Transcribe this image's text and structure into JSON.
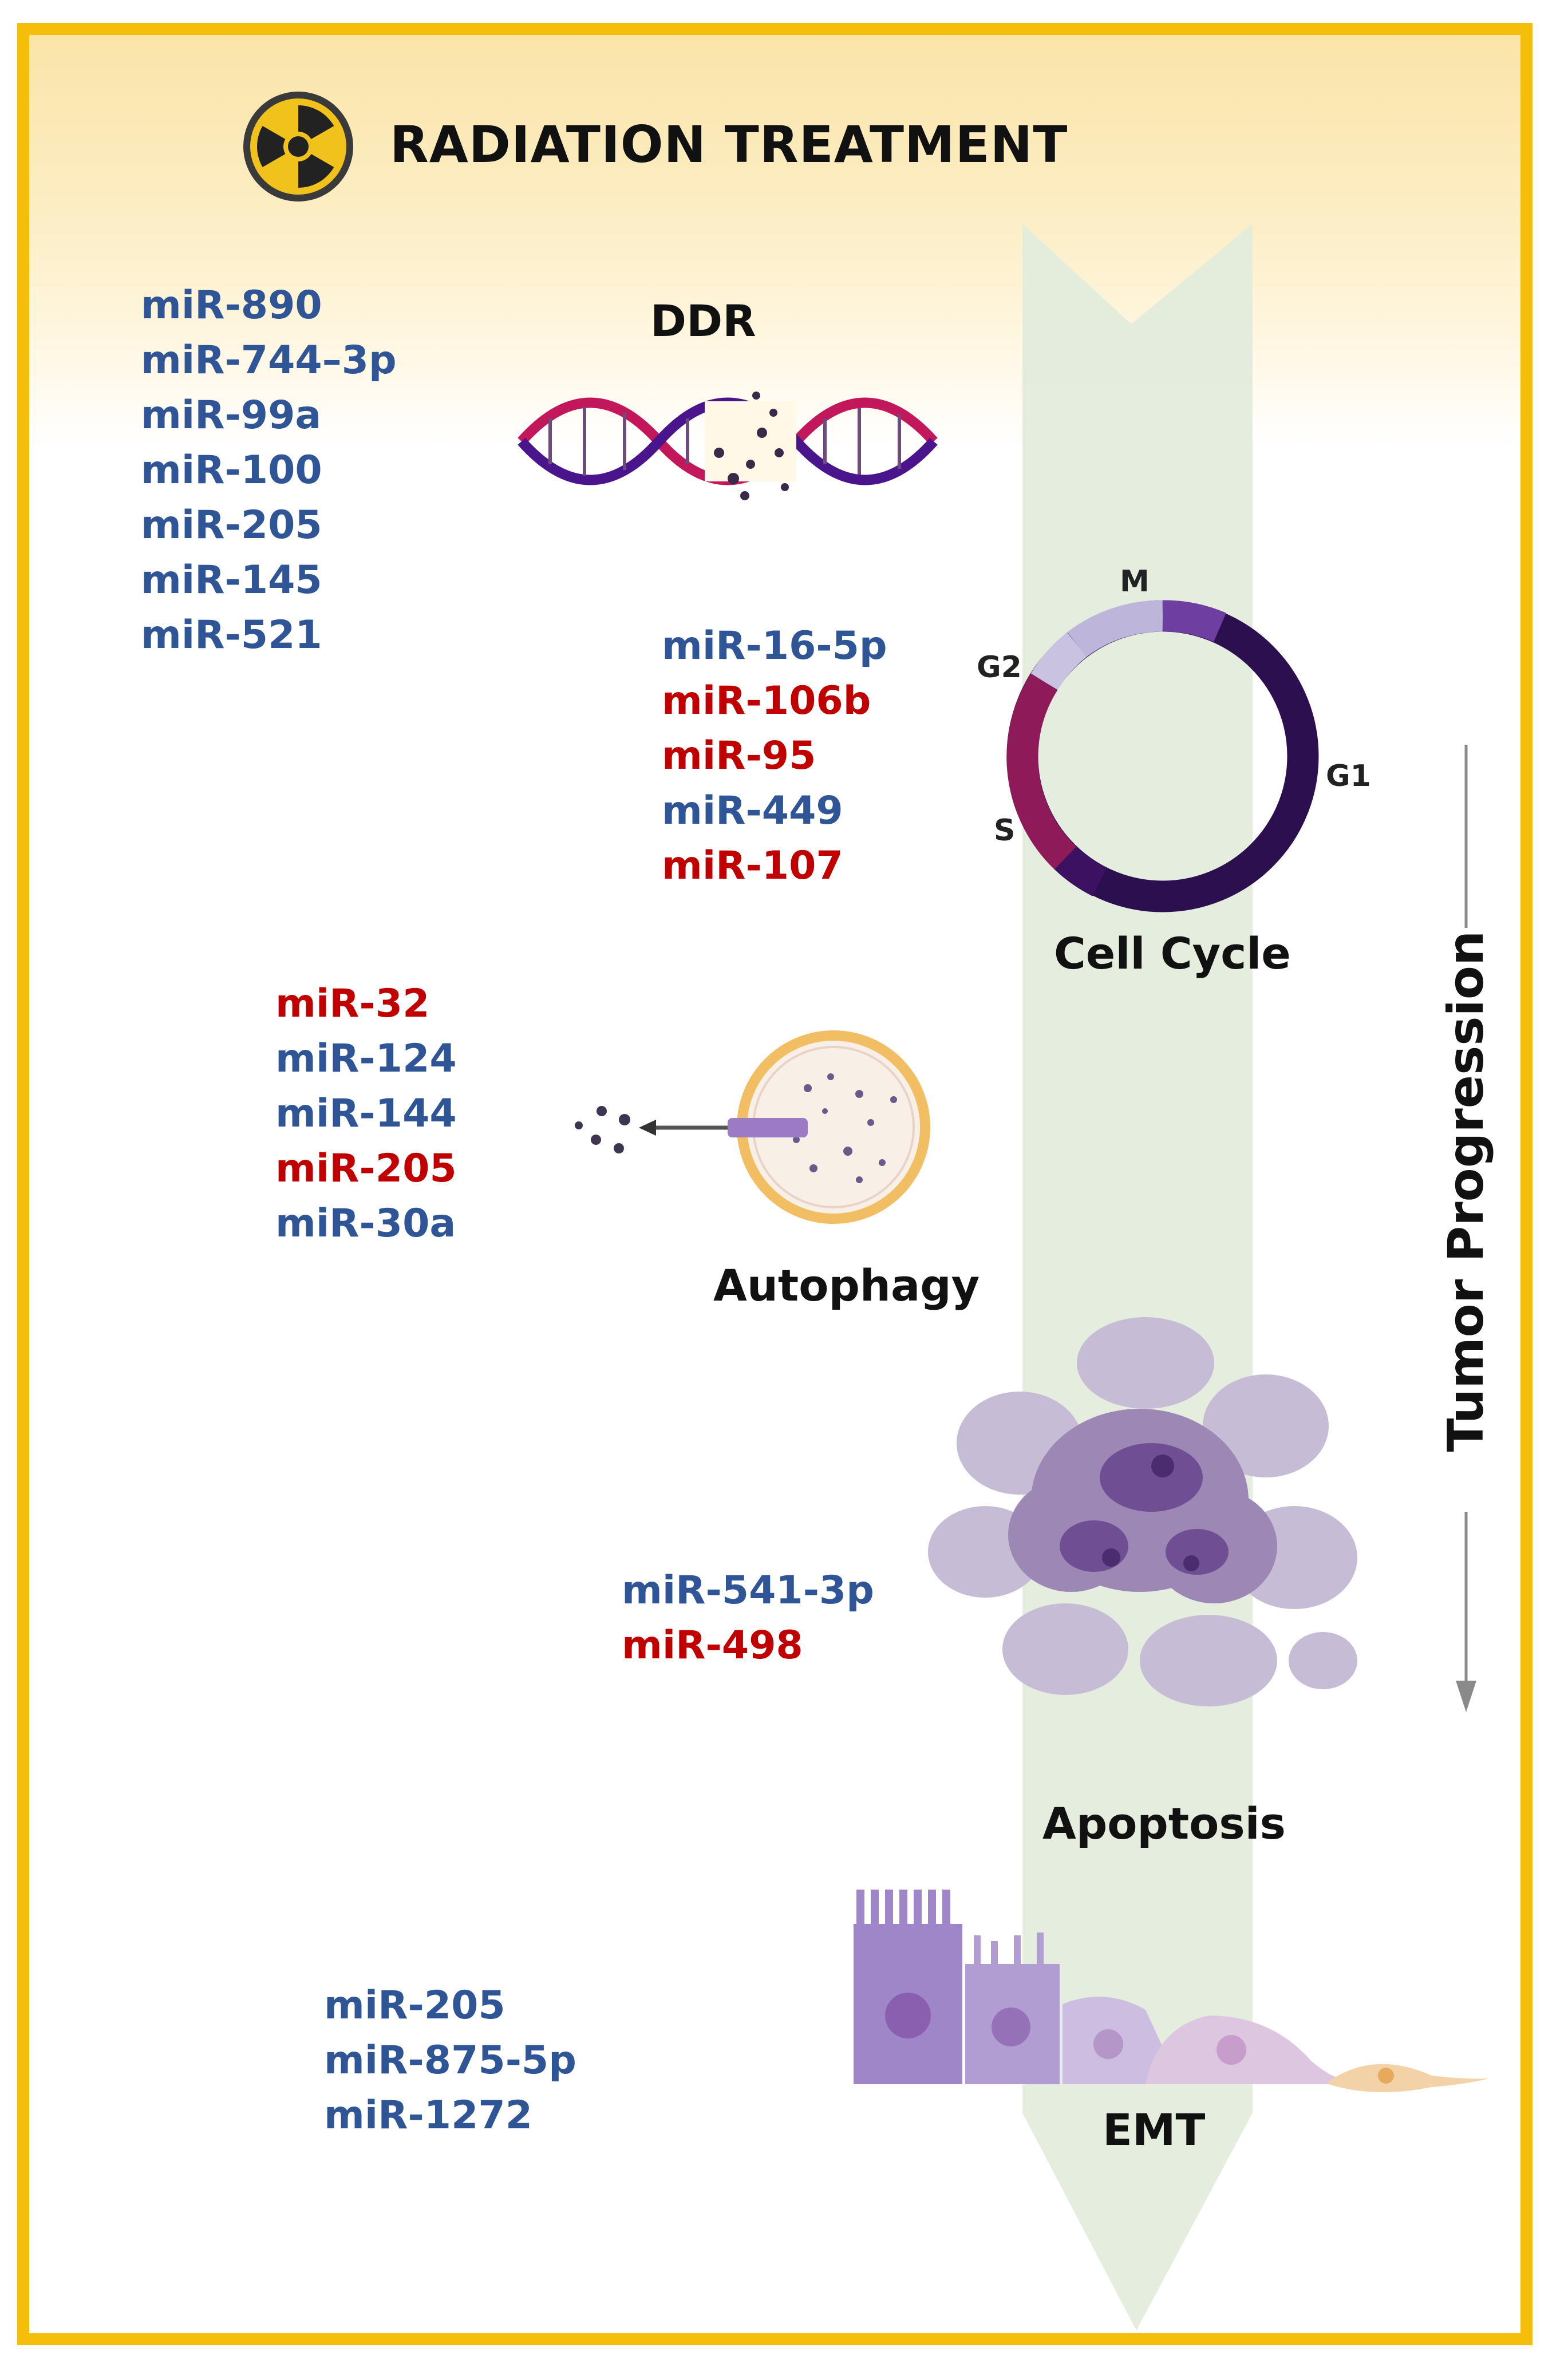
{
  "header": {
    "title": "RADIATION TREATMENT",
    "icon": "radiation-icon"
  },
  "colors": {
    "border": "#F5BE0B",
    "blue_mir": "#2F5597",
    "red_mir": "#C00000",
    "arrow": "#E3ECDC"
  },
  "sections": {
    "ddr": {
      "label": "DDR",
      "mirs": [
        {
          "name": "miR-890",
          "color": "blue"
        },
        {
          "name": "miR-744–3p",
          "color": "blue"
        },
        {
          "name": "miR-99a",
          "color": "blue"
        },
        {
          "name": "miR-100",
          "color": "blue"
        },
        {
          "name": "miR-205",
          "color": "blue"
        },
        {
          "name": "miR-145",
          "color": "blue"
        },
        {
          "name": "miR-521",
          "color": "blue"
        }
      ]
    },
    "cell_cycle": {
      "label": "Cell Cycle",
      "phases": {
        "m": "M",
        "g2": "G2",
        "g1": "G1",
        "s": "S"
      },
      "mirs": [
        {
          "name": "miR-16-5p",
          "color": "blue"
        },
        {
          "name": "miR-106b",
          "color": "red"
        },
        {
          "name": "miR-95",
          "color": "red"
        },
        {
          "name": "miR-449",
          "color": "blue"
        },
        {
          "name": "miR-107",
          "color": "red"
        }
      ]
    },
    "autophagy": {
      "label": "Autophagy",
      "mirs": [
        {
          "name": "miR-32",
          "color": "red"
        },
        {
          "name": "miR-124",
          "color": "blue"
        },
        {
          "name": "miR-144",
          "color": "blue"
        },
        {
          "name": "miR-205",
          "color": "red"
        },
        {
          "name": "miR-30a",
          "color": "blue"
        }
      ]
    },
    "apoptosis": {
      "label": "Apoptosis",
      "mirs": [
        {
          "name": "miR-541-3p",
          "color": "blue"
        },
        {
          "name": "miR-498",
          "color": "red"
        }
      ]
    },
    "emt": {
      "label": "EMT",
      "mirs": [
        {
          "name": "miR-205",
          "color": "blue"
        },
        {
          "name": "miR-875-5p",
          "color": "blue"
        },
        {
          "name": "miR-1272",
          "color": "blue"
        }
      ]
    }
  },
  "side_label": "Tumor Progression"
}
